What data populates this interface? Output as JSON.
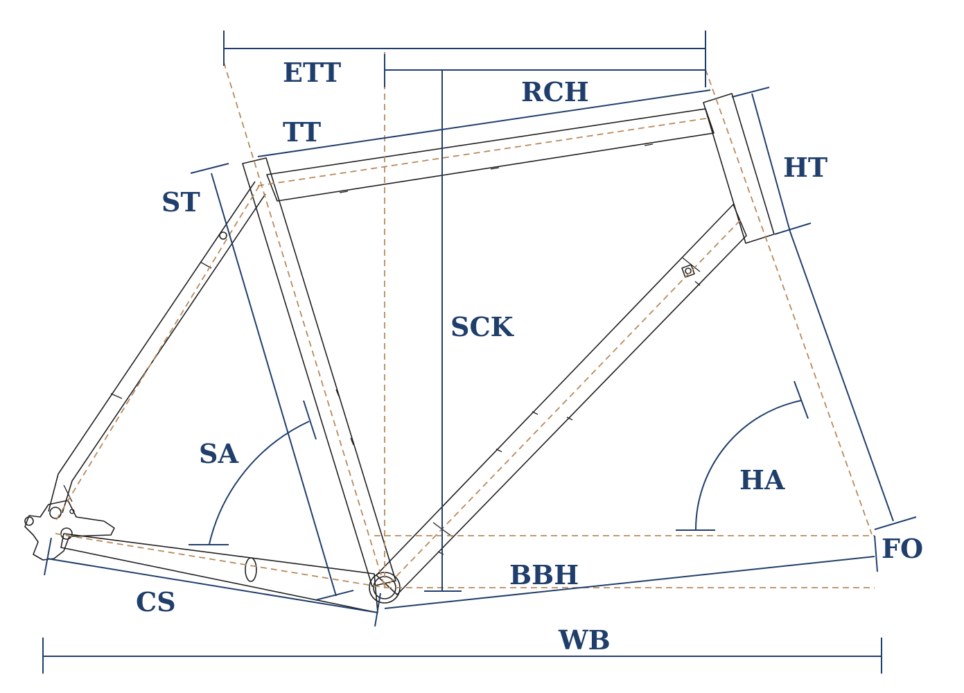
{
  "colors": {
    "dimension": "#1f3e6b",
    "centerline": "#b8895a",
    "frame": "#1f1f1f",
    "background": "#ffffff"
  },
  "labels": {
    "ett": "ETT",
    "rch": "RCH",
    "tt": "TT",
    "ht": "HT",
    "st": "ST",
    "sck": "SCK",
    "sa": "SA",
    "ha": "HA",
    "fo": "FO",
    "bbh": "BBH",
    "cs": "CS",
    "wb": "WB"
  }
}
